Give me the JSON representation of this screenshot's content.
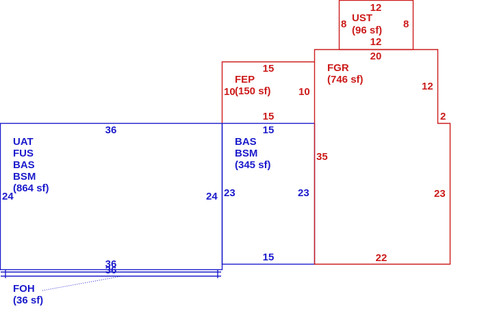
{
  "colors": {
    "blue": "#1a1acc",
    "red": "#cc1a1a"
  },
  "areas": {
    "main": {
      "lines": [
        "UAT",
        "FUS",
        "BAS",
        "BSM",
        "(864 sf)"
      ],
      "top": "36",
      "bottom": "36",
      "left": "24",
      "right": "24"
    },
    "bsm": {
      "lines": [
        "BAS",
        "BSM",
        "(345 sf)"
      ],
      "top": "15",
      "bottom": "15",
      "left": "23",
      "right": "23"
    },
    "fep": {
      "lines": [
        "FEP",
        "(150 sf)"
      ],
      "top": "15",
      "bottom": "15",
      "left": "10",
      "right": "10"
    },
    "fgr": {
      "lines": [
        "FGR",
        "(746 sf)"
      ],
      "top": "20",
      "right_upper": "12",
      "step": "2",
      "right_lower": "23",
      "bottom": "22",
      "left": "35"
    },
    "ust": {
      "lines": [
        "UST",
        "(96 sf)"
      ],
      "top": "12",
      "bottom": "12",
      "left": "8",
      "right": "8"
    },
    "foh": {
      "lines": [
        "FOH",
        "(36 sf)"
      ],
      "length": "36"
    }
  }
}
